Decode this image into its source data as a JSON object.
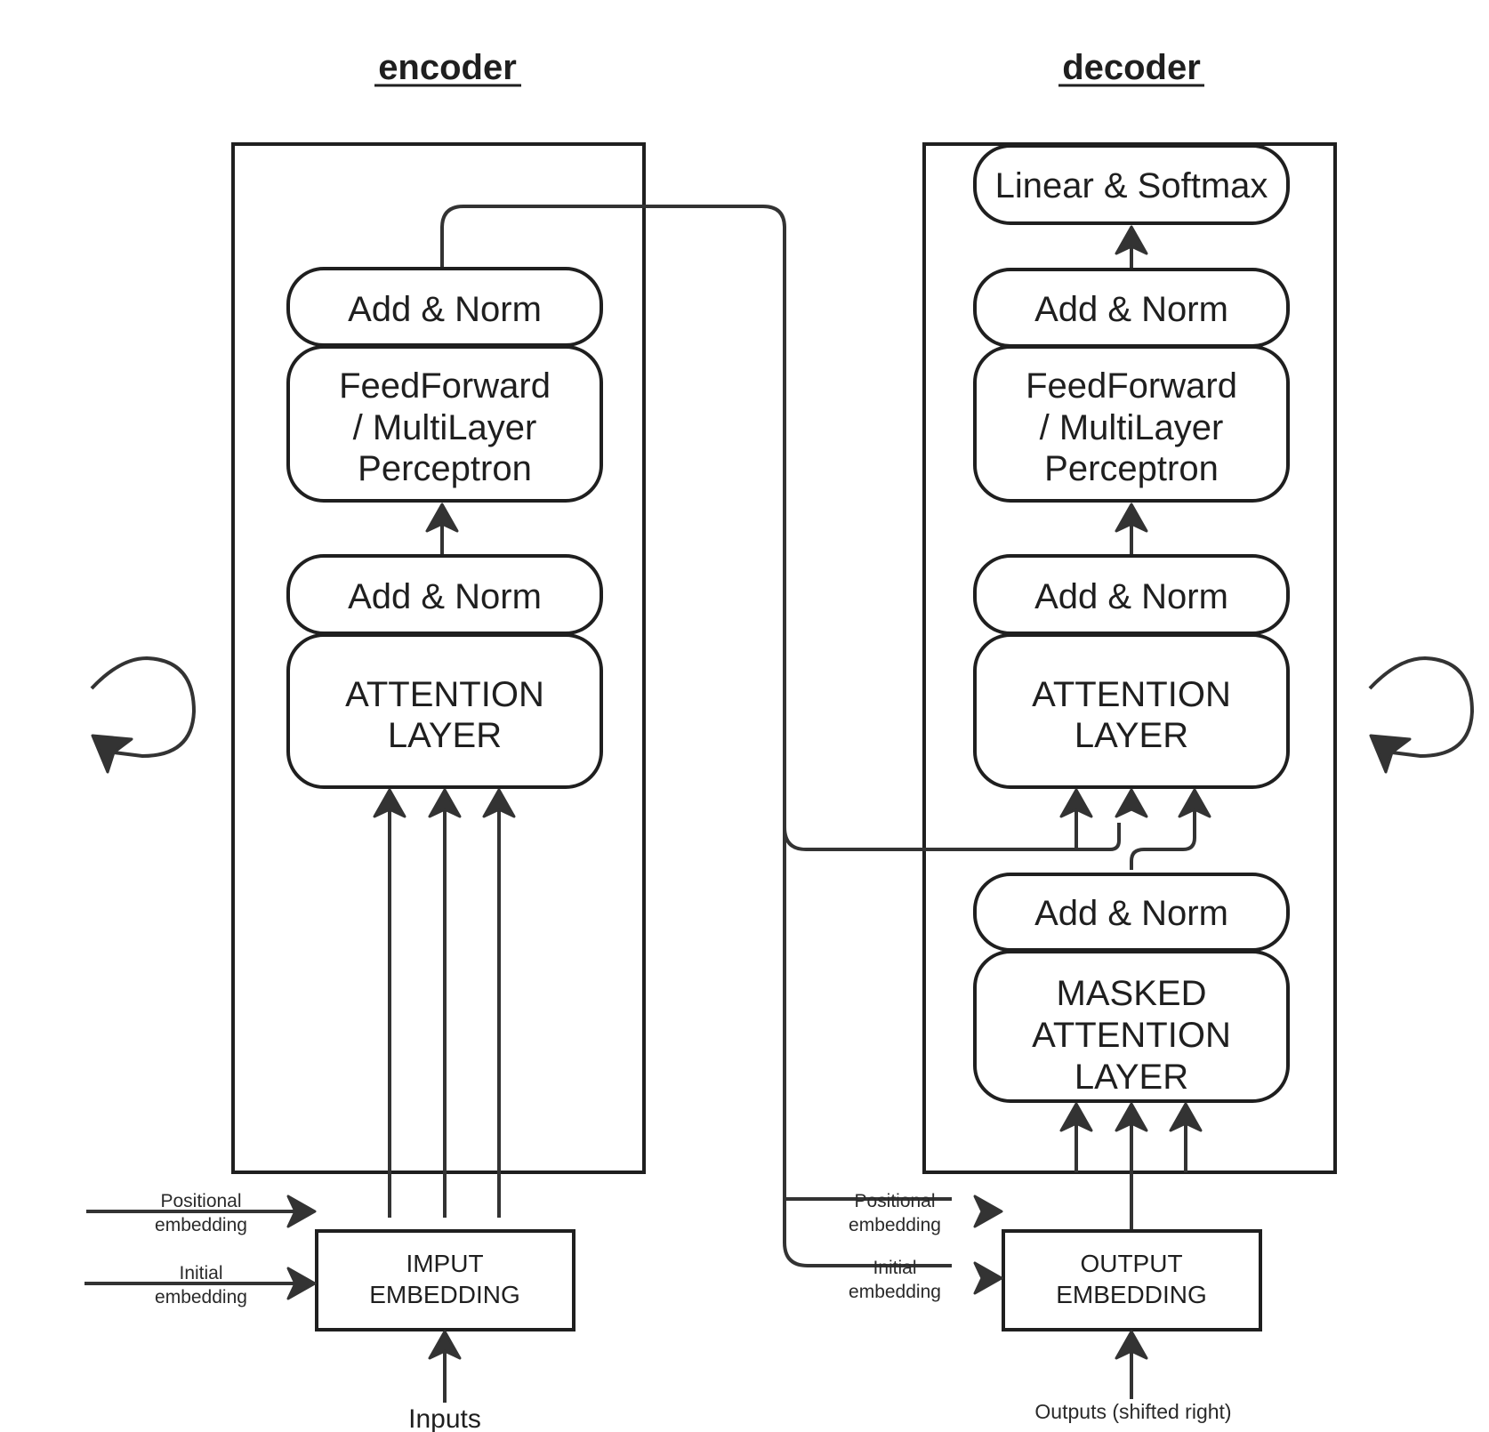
{
  "titles": {
    "encoder": "encoder",
    "decoder": "decoder"
  },
  "encoder": {
    "add_norm_top": "Add & Norm",
    "feedforward": [
      "FeedForward",
      "/ MultiLayer",
      "Perceptron"
    ],
    "add_norm_bottom": "Add & Norm",
    "attention": [
      "ATTENTION",
      "LAYER"
    ],
    "embedding": [
      "IMPUT",
      "EMBEDDING"
    ],
    "positional_label": [
      "Positional",
      "embedding"
    ],
    "initial_label": [
      "Initial",
      "embedding"
    ],
    "input_label": "Inputs"
  },
  "decoder": {
    "linear_softmax": "Linear & Softmax",
    "add_norm_top": "Add & Norm",
    "feedforward": [
      "FeedForward",
      "/ MultiLayer",
      "Perceptron"
    ],
    "add_norm_mid": "Add & Norm",
    "attention": [
      "ATTENTION",
      "LAYER"
    ],
    "add_norm_bottom": "Add & Norm",
    "masked_attention": [
      "MASKED",
      "ATTENTION",
      "LAYER"
    ],
    "embedding": [
      "OUTPUT",
      "EMBEDDING"
    ],
    "positional_label": [
      "Positional",
      "embedding"
    ],
    "initial_label": [
      "Initial",
      "embedding"
    ],
    "output_label": "Outputs (shifted right)"
  },
  "icons": {
    "left_loop": "repeat-loop-icon",
    "right_loop": "repeat-loop-icon"
  }
}
